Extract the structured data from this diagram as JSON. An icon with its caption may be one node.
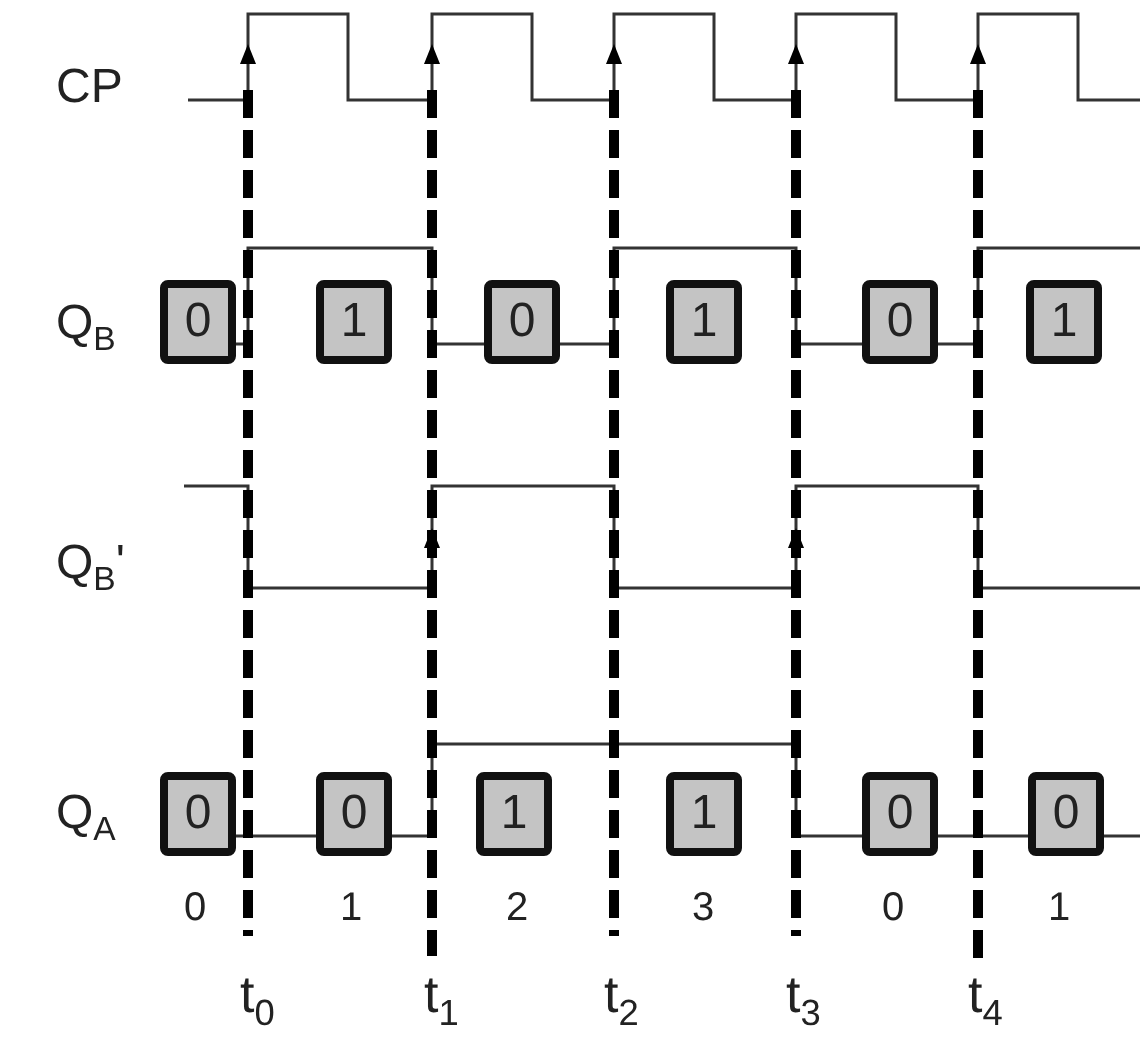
{
  "diagram": {
    "nodes": [
      {
        "text": [
          "0"
        ]
      },
      {
        "text": [
          "1"
        ]
      },
      {
        "text": [
          "0"
        ]
      },
      {
        "text": [
          "1"
        ]
      },
      {
        "text": [
          "0"
        ]
      },
      {
        "text": [
          "1"
        ]
      },
      {
        "text": [
          "0"
        ]
      },
      {
        "text": [
          "0"
        ]
      },
      {
        "text": [
          "1"
        ]
      },
      {
        "text": [
          "1"
        ]
      },
      {
        "text": [
          "0"
        ]
      },
      {
        "text": [
          "0"
        ]
      }
    ],
    "labels": [
      "CP",
      "Q$_{B}$",
      "Q$_{B}$'",
      "Q$_{A}$",
      "0",
      "1",
      "2",
      "3",
      "0",
      "1",
      "t$_{0}$",
      "t$_{1}$",
      "t$_{2}$",
      "t$_{3}$",
      "t$_{4}$"
    ]
  }
}
